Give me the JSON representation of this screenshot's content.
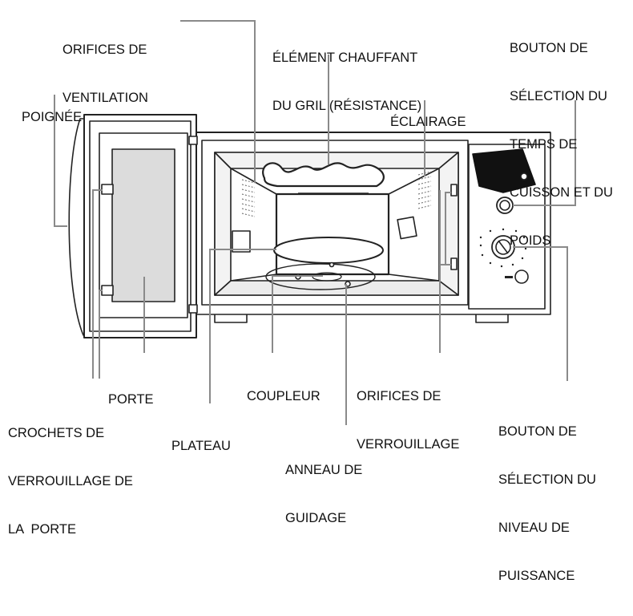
{
  "labels": {
    "ventilation": [
      "ORIFICES DE",
      "VENTILATION"
    ],
    "grill": [
      "ÉLÉMENT CHAUFFANT",
      "DU GRIL (RÉSISTANCE)"
    ],
    "time_knob": [
      "BOUTON DE",
      "SÉLECTION DU",
      "TEMPS DE",
      "CUISSON ET DU",
      "POIDS"
    ],
    "handle": [
      "POIGNÉE"
    ],
    "light": [
      "ÉCLAIRAGE"
    ],
    "door": [
      "PORTE"
    ],
    "coupler": [
      "COUPLEUR"
    ],
    "safety_holes": [
      "ORIFICES DE",
      "VERROUILLAGE"
    ],
    "door_latches": [
      "CROCHETS DE",
      "VERROUILLAGE DE",
      "LA  PORTE"
    ],
    "turntable": [
      "PLATEAU"
    ],
    "roller_ring": [
      "ANNEAU DE",
      "GUIDAGE"
    ],
    "power_knob": [
      "BOUTON DE",
      "SÉLECTION DU",
      "NIVEAU DE",
      "PUISSANCE"
    ]
  },
  "colors": {
    "line": "#222222",
    "leader": "#8a8a8a",
    "panel": "#111111"
  }
}
